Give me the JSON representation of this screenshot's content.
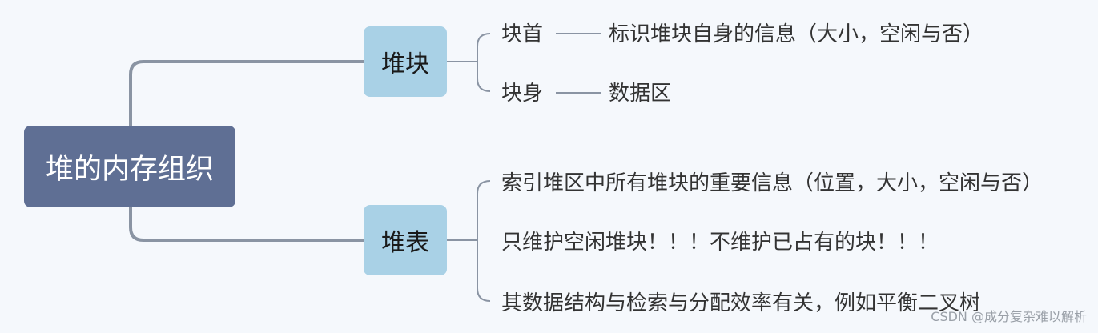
{
  "colors": {
    "background": "#f5f8fc",
    "root_fill": "#5f6f94",
    "branch_fill": "#a9d1e6",
    "connector": "#8a94a3"
  },
  "root": {
    "label": "堆的内存组织"
  },
  "branches": [
    {
      "label": "堆块",
      "children": [
        {
          "label": "块首",
          "detail": "标识堆块自身的信息（大小，空闲与否）"
        },
        {
          "label": "块身",
          "detail": "数据区"
        }
      ]
    },
    {
      "label": "堆表",
      "children": [
        {
          "label": "索引堆区中所有堆块的重要信息（位置，大小，空闲与否）"
        },
        {
          "label": "只维护空闲堆块！！！不维护已占有的块！！！"
        },
        {
          "label": "其数据结构与检索与分配效率有关，例如平衡二叉树"
        }
      ]
    }
  ],
  "watermark": "CSDN @成分复杂难以解析"
}
